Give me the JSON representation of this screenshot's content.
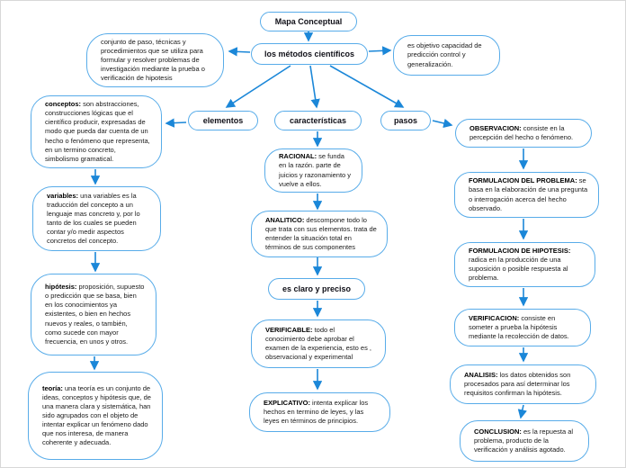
{
  "colors": {
    "box_border": "#58ace9",
    "arrow": "#1b87d8",
    "text": "#1a1a1a"
  },
  "nodes": {
    "mapa_conceptual": {
      "label": "Mapa Conceptual"
    },
    "metodos": {
      "label": "los métodos científicos"
    },
    "conjunto": {
      "text": "conjunto de paso, técnicas y procedimientos que se utiliza para formular y resolver problemas de investigación mediante la prueba o verificación de hipotesis"
    },
    "objetivo": {
      "text": "es objetivo capacidad de predicción control y generalización."
    },
    "elementos": {
      "label": "elementos"
    },
    "caracteristicas": {
      "label": "características"
    },
    "pasos": {
      "label": "pasos"
    },
    "conceptos": {
      "term": "conceptos:",
      "text": " son abstracciones, construcciones lógicas que el científico producir, expresadas de modo que pueda dar  cuenta de un hecho o fenómeno que representa, en un termino concreto, simbolismo gramatical."
    },
    "variables": {
      "term": "variables:",
      "text": " una variables es la traducción del concepto a un lenguaje mas concreto y, por lo tanto de los cuales se pueden contar y/o medir aspectos concretos del concepto."
    },
    "hipotesis": {
      "term": "hipótesis:",
      "text": " proposición, supuesto o predicción que se basa, bien en los conocimientos ya existentes, o bien en hechos nuevos y reales, o también, como sucede con mayor frecuencia, en unos y otros."
    },
    "teoria": {
      "term": "teoría:",
      "text": " una teoría es un conjunto de ideas, conceptos y hipótesis que, de una manera clara y sistemática, han sido agrupados con el objeto de intentar explicar un fenómeno dado que nos interesa, de manera coherente y adecuada."
    },
    "racional": {
      "term": "RACIONAL:",
      "text": " se funda en la razón. parte de juicios y razonamiento y vuelve a ellos."
    },
    "analitico": {
      "term": "ANALITICO:",
      "text": " descompone todo lo que trata con sus elementos. trata de entender la situación total en términos de sus componentes"
    },
    "es_claro": {
      "label": "es claro y preciso"
    },
    "verificable": {
      "term": "VERIFICABLE:",
      "text": " todo el conocimiento debe aprobar el examen de la experiencia, esto es , observacional y experimental"
    },
    "explicativo": {
      "term": "EXPLICATIVO:",
      "text": " intenta explicar los hechos en termino de leyes, y las leyes en términos de principios."
    },
    "observacion": {
      "term": "OBSERVACION:",
      "text": " consiste en la percepción del hecho o fenómeno."
    },
    "form_problema": {
      "term": "FORMULACION DEL PROBLEMA:",
      "text": " se basa en la elaboración de una pregunta o interrogación acerca del hecho observado."
    },
    "form_hipotesis": {
      "term": "FORMULACION DE HIPOTESIS:",
      "text": " radica en la producción de una suposición o posible respuesta al problema."
    },
    "verificacion": {
      "term": "VERIFICACION:",
      "text": " consiste en someter a prueba la hipótesis mediante la recolección de datos."
    },
    "analisis": {
      "term": "ANALISIS:",
      "text": " los datos obtenidos son procesados para así determinar los requisitos confirman la hipótesis."
    },
    "conclusion": {
      "term": "CONCLUSION:",
      "text": " es la repuesta al problema, producto de la verificación y análisis agotado."
    }
  }
}
